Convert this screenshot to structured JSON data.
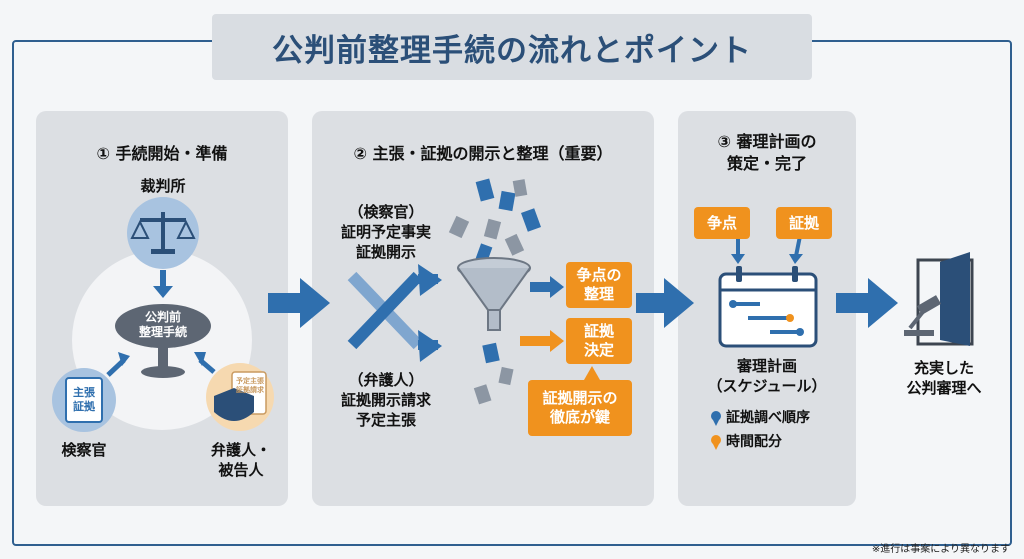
{
  "title": "公判前整理手続の流れとポイント",
  "section1": {
    "title": "① 手続開始・準備",
    "court": "裁判所",
    "table_line1": "公判前",
    "table_line2": "整理手続",
    "prosecutor_doc_line1": "主張",
    "prosecutor_doc_line2": "証拠",
    "prosecutor": "検察官",
    "defense_doc_line1": "予定主張",
    "defense_doc_line2": "証拠請求",
    "defense_line1": "弁護人・",
    "defense_line2": "被告人"
  },
  "section2": {
    "title": "② 主張・証拠の開示と整理（重要）",
    "prosecutor_line1": "（検察官）",
    "prosecutor_line2": "証明予定事実",
    "prosecutor_line3": "証拠開示",
    "defense_line1": "（弁護人）",
    "defense_line2": "証拠開示請求",
    "defense_line3": "予定主張",
    "issue_line1": "争点の",
    "issue_line2": "整理",
    "evidence_line1": "証拠",
    "evidence_line2": "決定",
    "key_line1": "証拠開示の",
    "key_line2": "徹底が鍵"
  },
  "section3": {
    "title_line1": "③ 審理計画の",
    "title_line2": "策定・完了",
    "tag_issue": "争点",
    "tag_evidence": "証拠",
    "plan_line1": "審理計画",
    "plan_line2": "（スケジュール）",
    "item1": "証拠調べ順序",
    "item2": "時間配分"
  },
  "final_line1": "充実した",
  "final_line2": "公判審理へ",
  "footnote": "※進行は事案により異なります",
  "colors": {
    "blue": "#2f6fae",
    "orange": "#f0921e",
    "navy": "#2b4f78",
    "panel": "#dcdfe3"
  },
  "icons": [
    "scales-icon",
    "document-icon",
    "shield-icon",
    "funnel-icon",
    "calendar-icon",
    "gavel-icon",
    "door-icon",
    "pin-icon"
  ]
}
